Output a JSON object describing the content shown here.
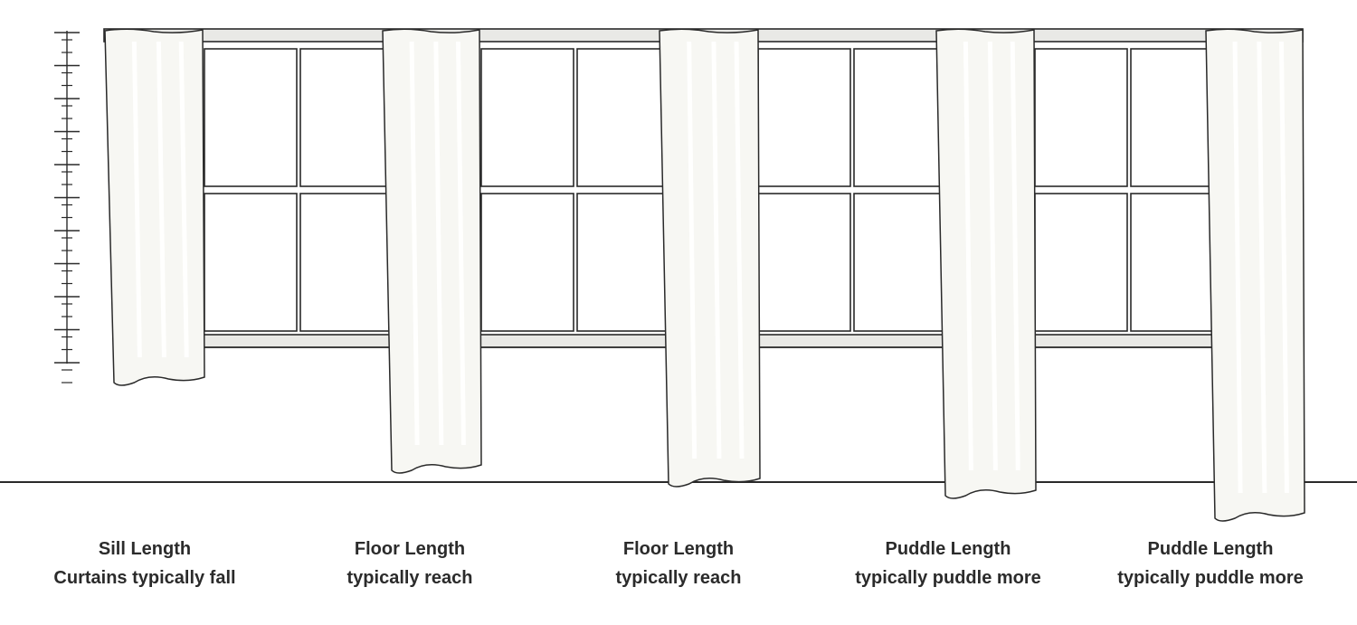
{
  "colors": {
    "line": "#2a2a2a",
    "frame_fill": "#e9e9e6",
    "pane_fill": "#ffffff",
    "curtain_fill": "#f7f7f3",
    "curtain_highlight": "#ffffff",
    "caption_text": "#2b2b2b"
  },
  "curtains": [
    {
      "id": "sill",
      "length_type": "Sill Length",
      "title": "Sill Length",
      "subtitle": "Curtains typically fall"
    },
    {
      "id": "floor-1",
      "length_type": "Floor Length",
      "title": "Floor Length",
      "subtitle": "typically reach"
    },
    {
      "id": "floor-2",
      "length_type": "Floor Length",
      "title": "Floor Length",
      "subtitle": "typically reach"
    },
    {
      "id": "puddle-1",
      "length_type": "Puddle Length",
      "title": "Puddle Length",
      "subtitle": "typically puddle more"
    },
    {
      "id": "puddle-2",
      "length_type": "Puddle Length",
      "title": "Puddle Length",
      "subtitle": "typically puddle more"
    }
  ]
}
